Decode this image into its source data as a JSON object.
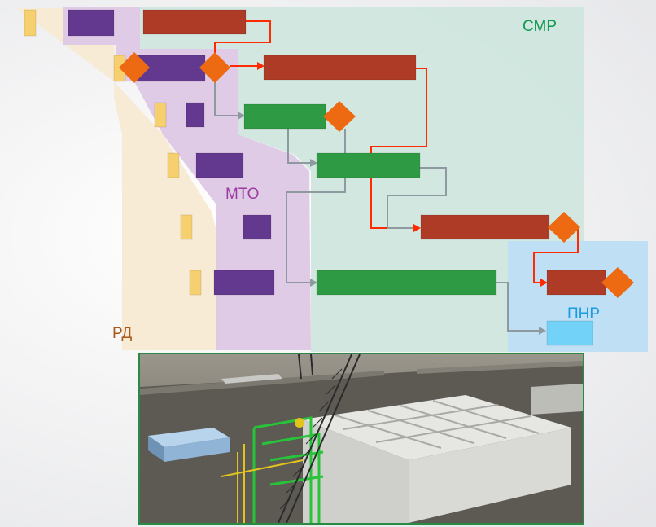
{
  "zones": {
    "smr": {
      "label": "СМР",
      "color": "#cfe6dd"
    },
    "mto": {
      "label": "МТО",
      "color": "#ddc8e4"
    },
    "rd": {
      "label": "РД",
      "color": "#f7ead4"
    },
    "pnr": {
      "label": "ПНР",
      "color": "#bfdff4"
    }
  },
  "colors": {
    "rd_task": "#f6cf6e",
    "mto_task": "#63388f",
    "smr_task": "#ad3b26",
    "smr_green_task": "#2f9a44",
    "pnr_task": "#72d2f8",
    "milestone": "#ee6a12",
    "critical_link": "#ff2a00",
    "regular_link": "#8f9aa0",
    "label_smr": "#119a50",
    "label_mto": "#9c3aa0",
    "label_rd": "#a85a1a",
    "label_pnr": "#1a9ce0"
  },
  "model_view": {
    "description_icon": "building-3d-model-icon"
  }
}
